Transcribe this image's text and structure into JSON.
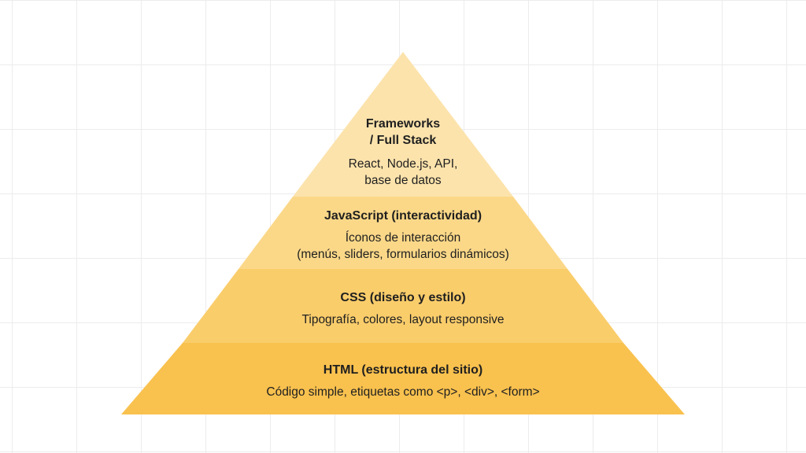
{
  "colors": {
    "tier1": "#fce3ac",
    "tier2": "#fbd888",
    "tier3": "#facd6b",
    "tier4": "#f9c14e",
    "text": "#1f1f1f"
  },
  "pyramid": {
    "tiers": [
      {
        "title_line1": "Frameworks",
        "title_line2": "/ Full Stack",
        "desc_line1": "React, Node.js, API,",
        "desc_line2": "base de datos"
      },
      {
        "title": "JavaScript (interactividad)",
        "desc_line1": "Íconos de interacción",
        "desc_line2": "(menús, sliders, formularios dinámicos)"
      },
      {
        "title": "CSS (diseño y estilo)",
        "desc": "Tipografía, colores, layout responsive"
      },
      {
        "title": "HTML (estructura del sitio)",
        "desc": "Código simple, etiquetas como <p>, <div>, <form>"
      }
    ]
  }
}
